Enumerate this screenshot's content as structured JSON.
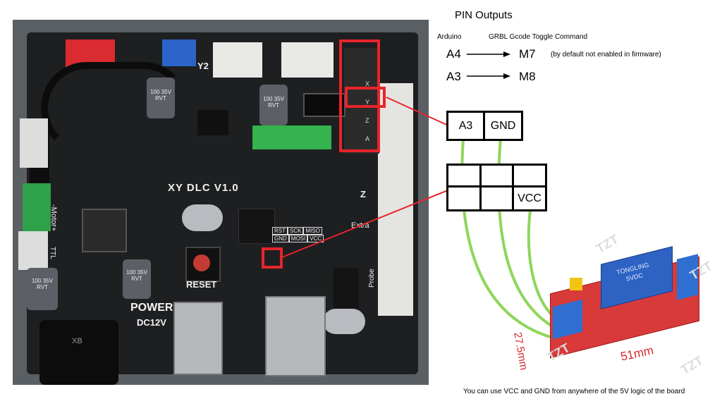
{
  "diagram": {
    "title": "PIN Outputs",
    "col_arduino": "Arduino",
    "col_grbl": "GRBL Gcode Toggle Command",
    "rows": [
      {
        "pin": "A4",
        "command": "M7",
        "note": "(by default not enabled in firmware)"
      },
      {
        "pin": "A3",
        "command": "M8",
        "note": ""
      }
    ],
    "header_top": [
      "A3",
      "GND"
    ],
    "header_bottom_right": "VCC",
    "footnote": "You can use VCC and GND from anywhere of the 5V logic of the board",
    "highlight_color": "#e8242b",
    "wire_color": "#8ed65a"
  },
  "board": {
    "name": "XY DLC V1.0",
    "reset_label": "RESET",
    "power_label": "POWER",
    "power_spec": "DC12V",
    "motor_label": "-Motor+",
    "y2_label": "Y2",
    "z_label": "Z",
    "extra_label": "Extra",
    "probe_label": "Probe",
    "cap_label_1": "100 35V RVT",
    "cap_label_2": "100 35V RVT",
    "cap_label_3": "100 35V RVT",
    "cap_label_4": "100 35V RVT",
    "icsp_labels": [
      "RST",
      "SCK",
      "MISO",
      "GND",
      "MOSI",
      "VCC"
    ],
    "side_labels": [
      "X",
      "Y",
      "Z",
      "A"
    ],
    "ttl_label": "TTL",
    "switch_label": "XB"
  },
  "relay": {
    "dim_height": "27.5mm",
    "dim_width": "51mm",
    "brand": "TONGLING",
    "spec": "5VDC",
    "watermarks": [
      "TZT",
      "TZT",
      "TZT",
      "TZT"
    ]
  }
}
